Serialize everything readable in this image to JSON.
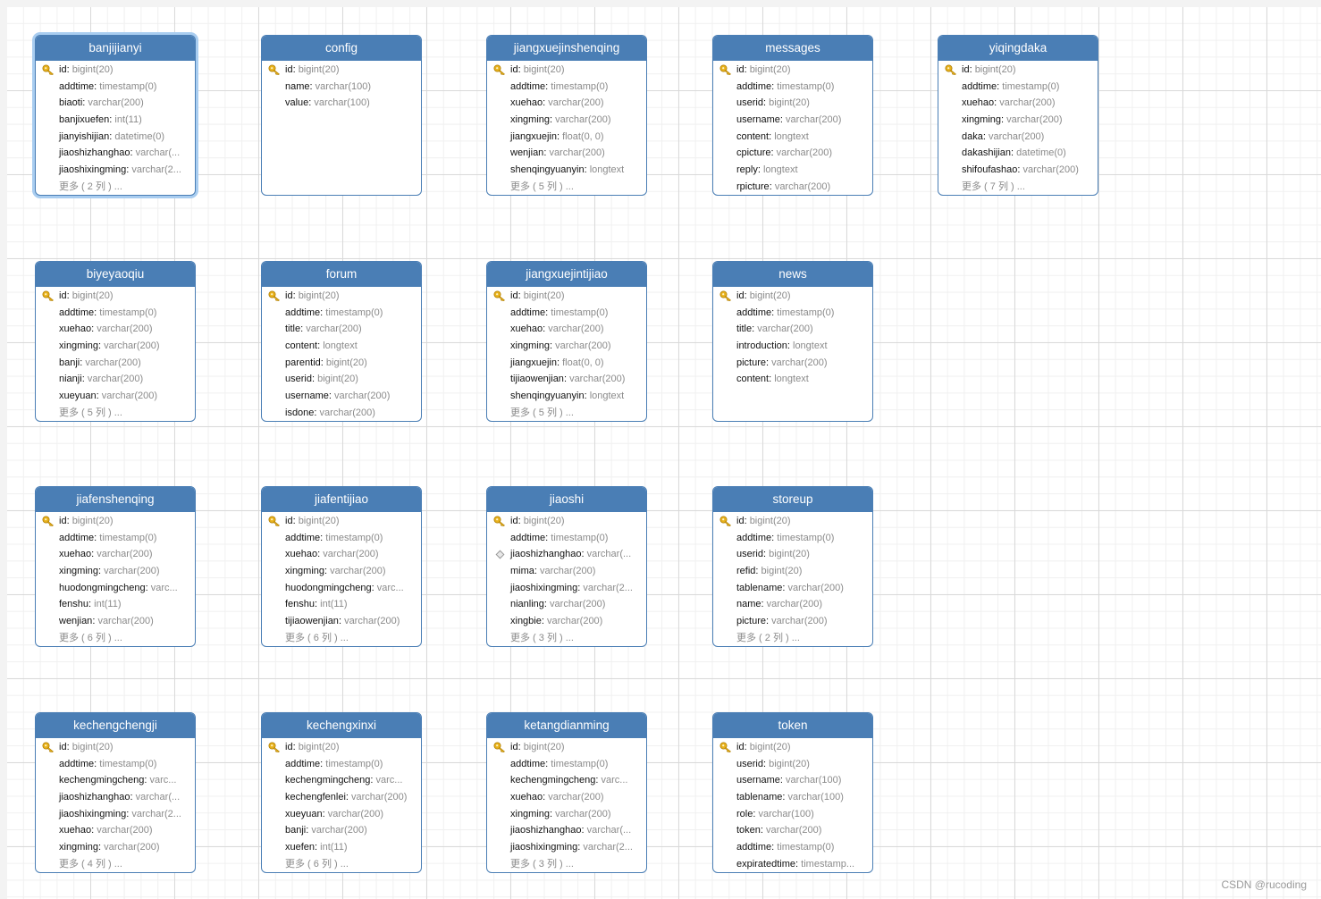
{
  "diagram_tables": [
    {
      "name": "banjijianyi",
      "selected": true,
      "rows": [
        {
          "field": "id",
          "type": "bigint(20)",
          "key": true
        },
        {
          "field": "addtime",
          "type": "timestamp(0)"
        },
        {
          "field": "biaoti",
          "type": "varchar(200)"
        },
        {
          "field": "banjixuefen",
          "type": "int(11)"
        },
        {
          "field": "jianyishijian",
          "type": "datetime(0)"
        },
        {
          "field": "jiaoshizhanghao",
          "type": "varchar(..."
        },
        {
          "field": "jiaoshixingming",
          "type": "varchar(2..."
        },
        {
          "more": "更多 ( 2 列 ) ..."
        }
      ]
    },
    {
      "name": "config",
      "rows": [
        {
          "field": "id",
          "type": "bigint(20)",
          "key": true
        },
        {
          "field": "name",
          "type": "varchar(100)"
        },
        {
          "field": "value",
          "type": "varchar(100)"
        }
      ]
    },
    {
      "name": "jiangxuejinshenqing",
      "rows": [
        {
          "field": "id",
          "type": "bigint(20)",
          "key": true
        },
        {
          "field": "addtime",
          "type": "timestamp(0)"
        },
        {
          "field": "xuehao",
          "type": "varchar(200)"
        },
        {
          "field": "xingming",
          "type": "varchar(200)"
        },
        {
          "field": "jiangxuejin",
          "type": "float(0, 0)"
        },
        {
          "field": "wenjian",
          "type": "varchar(200)"
        },
        {
          "field": "shenqingyuanyin",
          "type": "longtext"
        },
        {
          "more": "更多 ( 5 列 ) ..."
        }
      ]
    },
    {
      "name": "messages",
      "rows": [
        {
          "field": "id",
          "type": "bigint(20)",
          "key": true
        },
        {
          "field": "addtime",
          "type": "timestamp(0)"
        },
        {
          "field": "userid",
          "type": "bigint(20)"
        },
        {
          "field": "username",
          "type": "varchar(200)"
        },
        {
          "field": "content",
          "type": "longtext"
        },
        {
          "field": "cpicture",
          "type": "varchar(200)"
        },
        {
          "field": "reply",
          "type": "longtext"
        },
        {
          "field": "rpicture",
          "type": "varchar(200)"
        }
      ]
    },
    {
      "name": "yiqingdaka",
      "rows": [
        {
          "field": "id",
          "type": "bigint(20)",
          "key": true
        },
        {
          "field": "addtime",
          "type": "timestamp(0)"
        },
        {
          "field": "xuehao",
          "type": "varchar(200)"
        },
        {
          "field": "xingming",
          "type": "varchar(200)"
        },
        {
          "field": "daka",
          "type": "varchar(200)"
        },
        {
          "field": "dakashijian",
          "type": "datetime(0)"
        },
        {
          "field": "shifoufashao",
          "type": "varchar(200)"
        },
        {
          "more": "更多 ( 7 列 ) ..."
        }
      ]
    },
    {
      "name": "biyeyaoqiu",
      "rows": [
        {
          "field": "id",
          "type": "bigint(20)",
          "key": true
        },
        {
          "field": "addtime",
          "type": "timestamp(0)"
        },
        {
          "field": "xuehao",
          "type": "varchar(200)"
        },
        {
          "field": "xingming",
          "type": "varchar(200)"
        },
        {
          "field": "banji",
          "type": "varchar(200)"
        },
        {
          "field": "nianji",
          "type": "varchar(200)"
        },
        {
          "field": "xueyuan",
          "type": "varchar(200)"
        },
        {
          "more": "更多 ( 5 列 ) ..."
        }
      ]
    },
    {
      "name": "forum",
      "rows": [
        {
          "field": "id",
          "type": "bigint(20)",
          "key": true
        },
        {
          "field": "addtime",
          "type": "timestamp(0)"
        },
        {
          "field": "title",
          "type": "varchar(200)"
        },
        {
          "field": "content",
          "type": "longtext"
        },
        {
          "field": "parentid",
          "type": "bigint(20)"
        },
        {
          "field": "userid",
          "type": "bigint(20)"
        },
        {
          "field": "username",
          "type": "varchar(200)"
        },
        {
          "field": "isdone",
          "type": "varchar(200)"
        }
      ]
    },
    {
      "name": "jiangxuejintijiao",
      "rows": [
        {
          "field": "id",
          "type": "bigint(20)",
          "key": true
        },
        {
          "field": "addtime",
          "type": "timestamp(0)"
        },
        {
          "field": "xuehao",
          "type": "varchar(200)"
        },
        {
          "field": "xingming",
          "type": "varchar(200)"
        },
        {
          "field": "jiangxuejin",
          "type": "float(0, 0)"
        },
        {
          "field": "tijiaowenjian",
          "type": "varchar(200)"
        },
        {
          "field": "shenqingyuanyin",
          "type": "longtext"
        },
        {
          "more": "更多 ( 5 列 ) ..."
        }
      ]
    },
    {
      "name": "news",
      "rows": [
        {
          "field": "id",
          "type": "bigint(20)",
          "key": true
        },
        {
          "field": "addtime",
          "type": "timestamp(0)"
        },
        {
          "field": "title",
          "type": "varchar(200)"
        },
        {
          "field": "introduction",
          "type": "longtext"
        },
        {
          "field": "picture",
          "type": "varchar(200)"
        },
        {
          "field": "content",
          "type": "longtext"
        }
      ]
    },
    {
      "name": "jiafenshenqing",
      "rows": [
        {
          "field": "id",
          "type": "bigint(20)",
          "key": true
        },
        {
          "field": "addtime",
          "type": "timestamp(0)"
        },
        {
          "field": "xuehao",
          "type": "varchar(200)"
        },
        {
          "field": "xingming",
          "type": "varchar(200)"
        },
        {
          "field": "huodongmingcheng",
          "type": "varc..."
        },
        {
          "field": "fenshu",
          "type": "int(11)"
        },
        {
          "field": "wenjian",
          "type": "varchar(200)"
        },
        {
          "more": "更多 ( 6 列 ) ..."
        }
      ]
    },
    {
      "name": "jiafentijiao",
      "rows": [
        {
          "field": "id",
          "type": "bigint(20)",
          "key": true
        },
        {
          "field": "addtime",
          "type": "timestamp(0)"
        },
        {
          "field": "xuehao",
          "type": "varchar(200)"
        },
        {
          "field": "xingming",
          "type": "varchar(200)"
        },
        {
          "field": "huodongmingcheng",
          "type": "varc..."
        },
        {
          "field": "fenshu",
          "type": "int(11)"
        },
        {
          "field": "tijiaowenjian",
          "type": "varchar(200)"
        },
        {
          "more": "更多 ( 6 列 ) ..."
        }
      ]
    },
    {
      "name": "jiaoshi",
      "rows": [
        {
          "field": "id",
          "type": "bigint(20)",
          "key": true
        },
        {
          "field": "addtime",
          "type": "timestamp(0)"
        },
        {
          "field": "jiaoshizhanghao",
          "type": "varchar(...",
          "index": true
        },
        {
          "field": "mima",
          "type": "varchar(200)"
        },
        {
          "field": "jiaoshixingming",
          "type": "varchar(2..."
        },
        {
          "field": "nianling",
          "type": "varchar(200)"
        },
        {
          "field": "xingbie",
          "type": "varchar(200)"
        },
        {
          "more": "更多 ( 3 列 ) ..."
        }
      ]
    },
    {
      "name": "storeup",
      "rows": [
        {
          "field": "id",
          "type": "bigint(20)",
          "key": true
        },
        {
          "field": "addtime",
          "type": "timestamp(0)"
        },
        {
          "field": "userid",
          "type": "bigint(20)"
        },
        {
          "field": "refid",
          "type": "bigint(20)"
        },
        {
          "field": "tablename",
          "type": "varchar(200)"
        },
        {
          "field": "name",
          "type": "varchar(200)"
        },
        {
          "field": "picture",
          "type": "varchar(200)"
        },
        {
          "more": "更多 ( 2 列 ) ..."
        }
      ]
    },
    {
      "name": "kechengchengji",
      "rows": [
        {
          "field": "id",
          "type": "bigint(20)",
          "key": true
        },
        {
          "field": "addtime",
          "type": "timestamp(0)"
        },
        {
          "field": "kechengmingcheng",
          "type": "varc..."
        },
        {
          "field": "jiaoshizhanghao",
          "type": "varchar(..."
        },
        {
          "field": "jiaoshixingming",
          "type": "varchar(2..."
        },
        {
          "field": "xuehao",
          "type": "varchar(200)"
        },
        {
          "field": "xingming",
          "type": "varchar(200)"
        },
        {
          "more": "更多 ( 4 列 ) ..."
        }
      ]
    },
    {
      "name": "kechengxinxi",
      "rows": [
        {
          "field": "id",
          "type": "bigint(20)",
          "key": true
        },
        {
          "field": "addtime",
          "type": "timestamp(0)"
        },
        {
          "field": "kechengmingcheng",
          "type": "varc..."
        },
        {
          "field": "kechengfenlei",
          "type": "varchar(200)"
        },
        {
          "field": "xueyuan",
          "type": "varchar(200)"
        },
        {
          "field": "banji",
          "type": "varchar(200)"
        },
        {
          "field": "xuefen",
          "type": "int(11)"
        },
        {
          "more": "更多 ( 6 列 ) ..."
        }
      ]
    },
    {
      "name": "ketangdianming",
      "rows": [
        {
          "field": "id",
          "type": "bigint(20)",
          "key": true
        },
        {
          "field": "addtime",
          "type": "timestamp(0)"
        },
        {
          "field": "kechengmingcheng",
          "type": "varc..."
        },
        {
          "field": "xuehao",
          "type": "varchar(200)"
        },
        {
          "field": "xingming",
          "type": "varchar(200)"
        },
        {
          "field": "jiaoshizhanghao",
          "type": "varchar(..."
        },
        {
          "field": "jiaoshixingming",
          "type": "varchar(2..."
        },
        {
          "more": "更多 ( 3 列 ) ..."
        }
      ]
    },
    {
      "name": "token",
      "rows": [
        {
          "field": "id",
          "type": "bigint(20)",
          "key": true
        },
        {
          "field": "userid",
          "type": "bigint(20)"
        },
        {
          "field": "username",
          "type": "varchar(100)"
        },
        {
          "field": "tablename",
          "type": "varchar(100)"
        },
        {
          "field": "role",
          "type": "varchar(100)"
        },
        {
          "field": "token",
          "type": "varchar(200)"
        },
        {
          "field": "addtime",
          "type": "timestamp(0)"
        },
        {
          "field": "expiratedtime",
          "type": "timestamp..."
        }
      ]
    }
  ],
  "watermark": "CSDN @rucoding",
  "colors": {
    "header": "#4a7eb5",
    "border": "#4a7eb5",
    "key_icon": "#e8b21c",
    "type_text": "#8a8a8a"
  }
}
